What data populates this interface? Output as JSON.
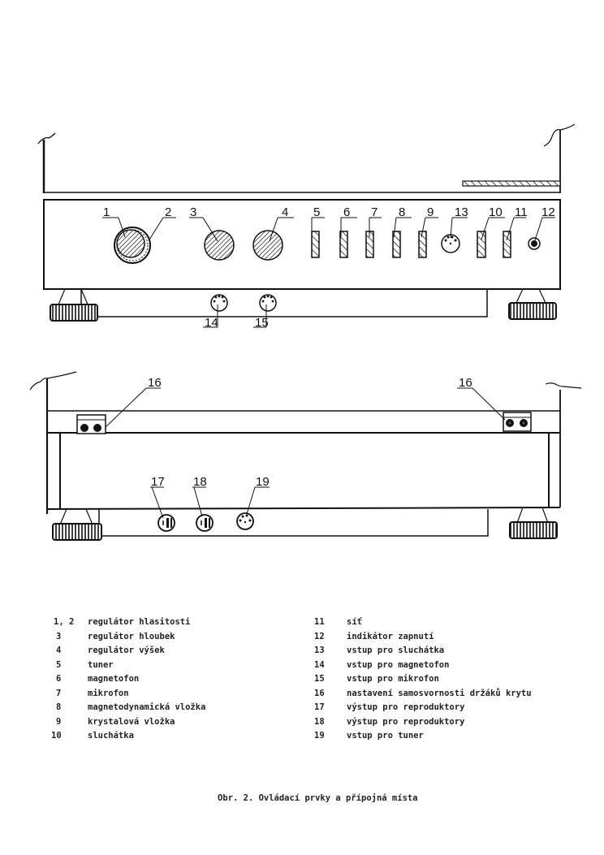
{
  "figure": {
    "caption": "Obr. 2. Ovládací prvky a přípojná místa",
    "ink_color": "#111111",
    "paper_color": "#ffffff"
  },
  "front_view": {
    "callouts": [
      {
        "id": "1",
        "label": "1",
        "element": "volume-knob-inner"
      },
      {
        "id": "2",
        "label": "2",
        "element": "volume-knob-outer"
      },
      {
        "id": "3",
        "label": "3",
        "element": "bass-knob"
      },
      {
        "id": "4",
        "label": "4",
        "element": "treble-knob"
      },
      {
        "id": "5",
        "label": "5",
        "element": "tuner-button"
      },
      {
        "id": "6",
        "label": "6",
        "element": "tape-button"
      },
      {
        "id": "7",
        "label": "7",
        "element": "microphone-button"
      },
      {
        "id": "8",
        "label": "8",
        "element": "magnetodynamic-button"
      },
      {
        "id": "9",
        "label": "9",
        "element": "crystal-button"
      },
      {
        "id": "13",
        "label": "13",
        "element": "headphone-socket"
      },
      {
        "id": "10",
        "label": "10",
        "element": "headphones-button"
      },
      {
        "id": "11",
        "label": "11",
        "element": "power-button"
      },
      {
        "id": "12",
        "label": "12",
        "element": "power-indicator"
      },
      {
        "id": "14",
        "label": "14",
        "element": "tape-input-socket"
      },
      {
        "id": "15",
        "label": "15",
        "element": "microphone-input-socket"
      }
    ]
  },
  "rear_view": {
    "callouts": [
      {
        "id": "16a",
        "label": "16",
        "element": "cover-holder-left"
      },
      {
        "id": "16b",
        "label": "16",
        "element": "cover-holder-right"
      },
      {
        "id": "17",
        "label": "17",
        "element": "speaker-output-1"
      },
      {
        "id": "18",
        "label": "18",
        "element": "speaker-output-2"
      },
      {
        "id": "19",
        "label": "19",
        "element": "tuner-input-socket"
      }
    ]
  },
  "legend": {
    "left": [
      {
        "num": "1, 2",
        "text": "regulátor hlasitosti"
      },
      {
        "num": "3",
        "text": "regulátor hloubek"
      },
      {
        "num": "4",
        "text": "regulátor výšek"
      },
      {
        "num": "5",
        "text": "tuner"
      },
      {
        "num": "6",
        "text": "magnetofon"
      },
      {
        "num": "7",
        "text": "mikrofon"
      },
      {
        "num": "8",
        "text": "magnetodynamická vložka"
      },
      {
        "num": "9",
        "text": "krystalová vložka"
      },
      {
        "num": "10",
        "text": "sluchátka"
      }
    ],
    "right": [
      {
        "num": "11",
        "text": "síť"
      },
      {
        "num": "12",
        "text": "indikátor zapnutí"
      },
      {
        "num": "13",
        "text": "vstup pro sluchátka"
      },
      {
        "num": "14",
        "text": "vstup pro magnetofon"
      },
      {
        "num": "15",
        "text": "vstup pro mikrofon"
      },
      {
        "num": "16",
        "text": "nastavení samosvornosti držáků krytu"
      },
      {
        "num": "17",
        "text": "výstup pro reproduktory"
      },
      {
        "num": "18",
        "text": "výstup pro reproduktory"
      },
      {
        "num": "19",
        "text": "vstup pro tuner"
      }
    ]
  }
}
